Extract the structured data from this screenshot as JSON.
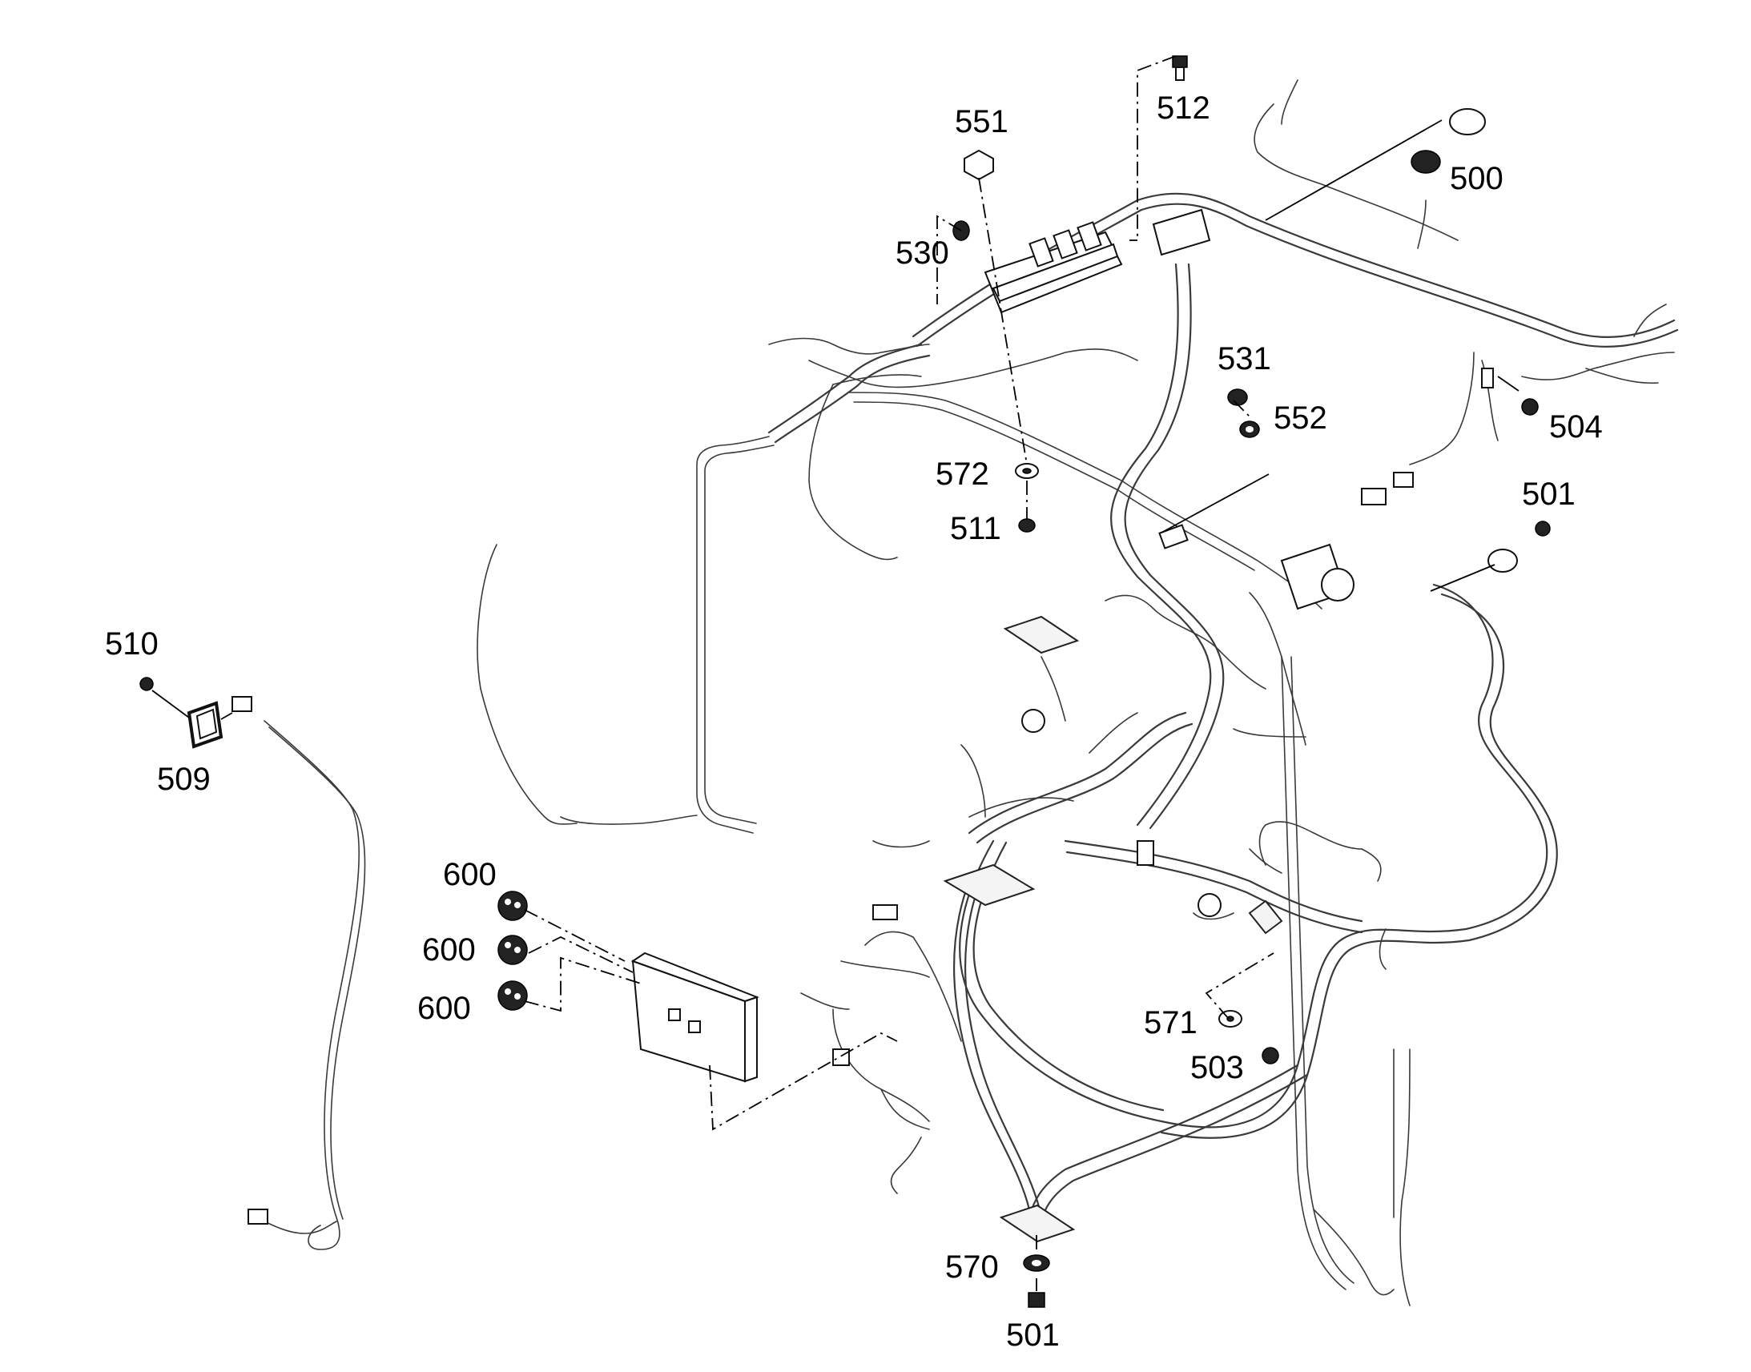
{
  "callouts": [
    {
      "id": "c500",
      "label": "500"
    },
    {
      "id": "c501a",
      "label": "501"
    },
    {
      "id": "c501b",
      "label": "501"
    },
    {
      "id": "c503",
      "label": "503"
    },
    {
      "id": "c504",
      "label": "504"
    },
    {
      "id": "c509",
      "label": "509"
    },
    {
      "id": "c510",
      "label": "510"
    },
    {
      "id": "c511",
      "label": "511"
    },
    {
      "id": "c512",
      "label": "512"
    },
    {
      "id": "c530",
      "label": "530"
    },
    {
      "id": "c531",
      "label": "531"
    },
    {
      "id": "c551",
      "label": "551"
    },
    {
      "id": "c552",
      "label": "552"
    },
    {
      "id": "c570",
      "label": "570"
    },
    {
      "id": "c571",
      "label": "571"
    },
    {
      "id": "c572",
      "label": "572"
    },
    {
      "id": "c600a",
      "label": "600"
    },
    {
      "id": "c600b",
      "label": "600"
    },
    {
      "id": "c600c",
      "label": "600"
    }
  ]
}
